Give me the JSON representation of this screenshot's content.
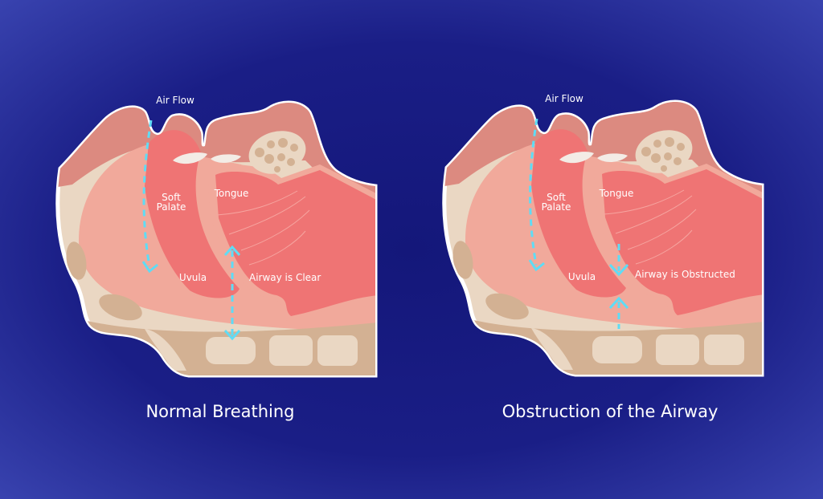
{
  "panels": [
    {
      "title": "Normal Breathing",
      "labels": {
        "air_flow": "Air Flow",
        "soft": "Soft",
        "palate": "Palate",
        "tongue": "Tongue",
        "uvula": "Uvula",
        "airway": "Airway is Clear"
      }
    },
    {
      "title": "Obstruction of the Airway",
      "labels": {
        "air_flow": "Air Flow",
        "soft": "Soft",
        "palate": "Palate",
        "tongue": "Tongue",
        "uvula": "Uvula",
        "airway": "Airway is Obstructed"
      }
    }
  ],
  "colors": {
    "background_center": "#14177a",
    "background_edge": "#3b45b3",
    "arrow": "#5fdcf5",
    "tissue_red": "#ef7474",
    "tissue_light": "#f1a99b",
    "tissue_dark": "#dc8a80",
    "bone": "#d3b193",
    "bone_light": "#ead7c3"
  }
}
